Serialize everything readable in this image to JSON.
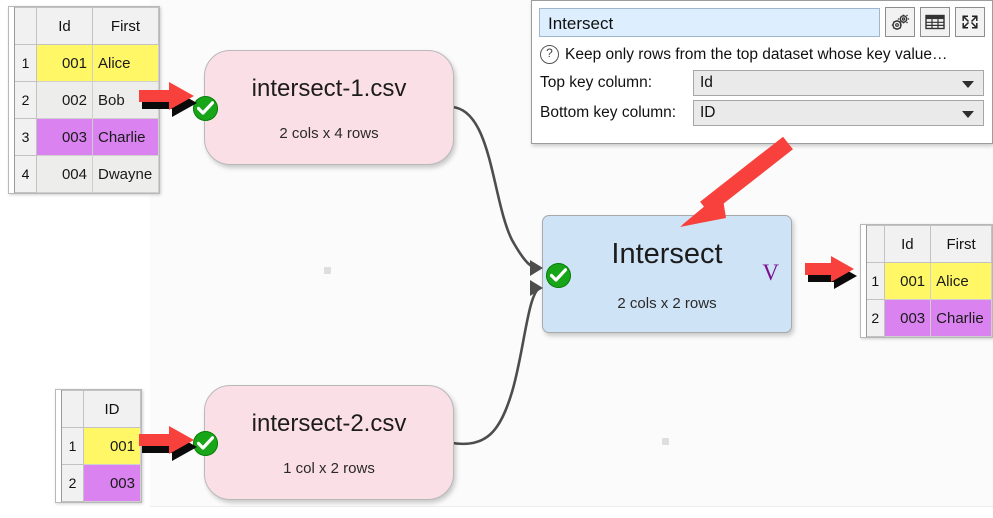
{
  "app": {
    "canvas_label": "flow-canvas"
  },
  "panel": {
    "name_value": "Intersect",
    "icons": [
      "gears-icon",
      "table-icon",
      "expand-icon"
    ],
    "help_icon": "question-mark-icon",
    "help_text": "Keep only rows from the top dataset whose key value…",
    "fields": [
      {
        "label": "Top key column:",
        "value": "Id"
      },
      {
        "label": "Bottom key column:",
        "value": "ID"
      }
    ]
  },
  "nodes": [
    {
      "id": "in1",
      "title": "intersect-1.csv",
      "subtitle": "2 cols x 4 rows",
      "status": "ok",
      "color": "#fbdfe6"
    },
    {
      "id": "in2",
      "title": "intersect-2.csv",
      "subtitle": "1 col x 2 rows",
      "status": "ok",
      "color": "#fbdfe6"
    },
    {
      "id": "op",
      "title": "Intersect",
      "subtitle": "2 cols x 2 rows",
      "status": "ok",
      "color": "#cfe3f7",
      "badge": "V"
    }
  ],
  "tables": {
    "input_top": {
      "headers": [
        "",
        "Id",
        "First"
      ],
      "rows": [
        {
          "num": "1",
          "id": "001",
          "first": "Alice",
          "fill": "hl-yellow"
        },
        {
          "num": "2",
          "id": "002",
          "first": "Bob",
          "fill": "plain"
        },
        {
          "num": "3",
          "id": "003",
          "first": "Charlie",
          "fill": "hl-purple"
        },
        {
          "num": "4",
          "id": "004",
          "first": "Dwayne",
          "fill": "plain"
        }
      ]
    },
    "input_bottom": {
      "headers": [
        "",
        "ID"
      ],
      "rows": [
        {
          "num": "1",
          "id": "001",
          "fill": "hl-yellow"
        },
        {
          "num": "2",
          "id": "003",
          "fill": "hl-purple"
        }
      ]
    },
    "output": {
      "headers": [
        "",
        "Id",
        "First"
      ],
      "rows": [
        {
          "num": "1",
          "id": "001",
          "first": "Alice",
          "fill": "hl-yellow"
        },
        {
          "num": "2",
          "id": "003",
          "first": "Charlie",
          "fill": "hl-purple"
        }
      ]
    }
  },
  "colors": {
    "highlight_yellow": "#fff766",
    "highlight_purple": "#d982f0",
    "file_node": "#fbdfe6",
    "op_node": "#cfe3f7",
    "status_ok": "#18a618",
    "annotation_red": "#f8413c",
    "wire": "#4d4d4d"
  }
}
